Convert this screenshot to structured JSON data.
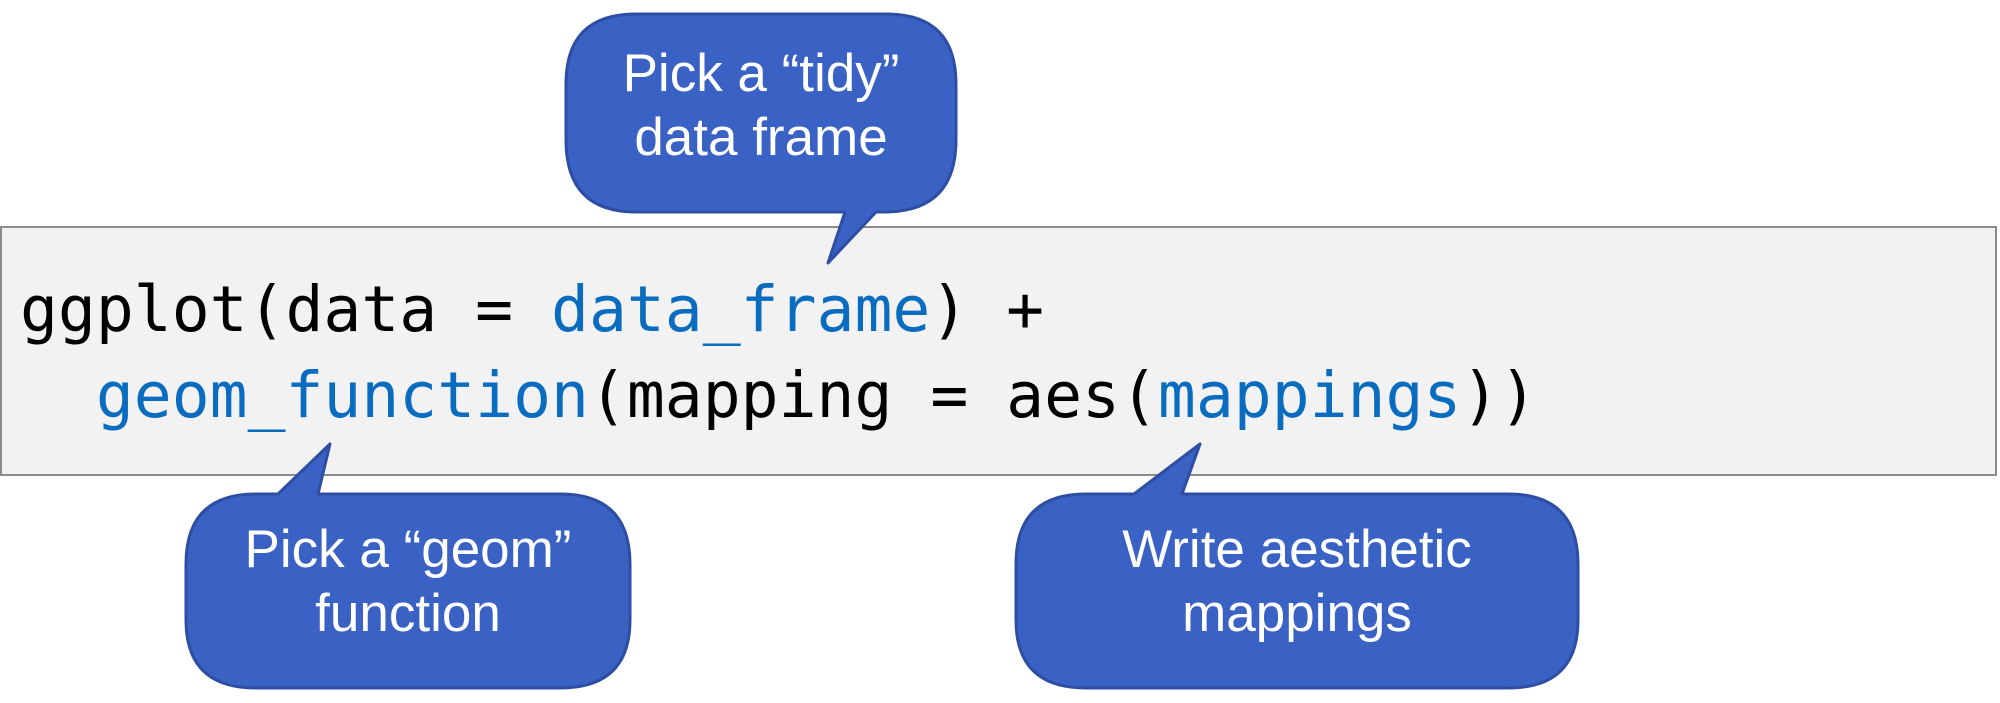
{
  "code": {
    "line1": [
      {
        "text": "ggplot(data = ",
        "highlight": false
      },
      {
        "text": "data_frame",
        "highlight": true
      },
      {
        "text": ") +",
        "highlight": false
      }
    ],
    "line2": [
      {
        "text": "  ",
        "highlight": false
      },
      {
        "text": "geom_function",
        "highlight": true
      },
      {
        "text": "(mapping = aes(",
        "highlight": false
      },
      {
        "text": "mappings",
        "highlight": true
      },
      {
        "text": "))",
        "highlight": false
      }
    ]
  },
  "callouts": {
    "tidy": {
      "line1": "Pick a “tidy”",
      "line2": "data frame"
    },
    "geom": {
      "line1": "Pick a “geom”",
      "line2": "function"
    },
    "aes": {
      "line1": "Write aesthetic",
      "line2": "mappings"
    }
  },
  "colors": {
    "callout_fill": "#3a61c4",
    "callout_stroke": "#2d4ea3",
    "code_highlight": "#0a6cbf",
    "code_text": "#000000",
    "code_background": "#f2f2f2",
    "code_border": "#8c8c8c"
  }
}
